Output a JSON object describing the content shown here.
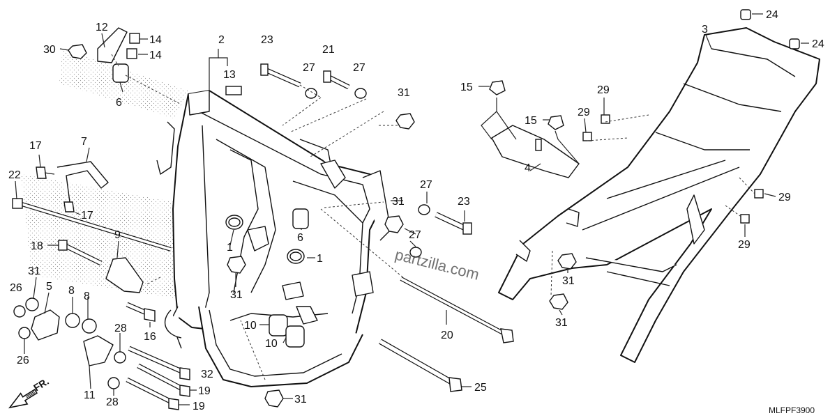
{
  "diagram": {
    "code": "MLFPF3900",
    "watermark": "partzilla.com",
    "direction_label": "FR."
  },
  "callouts": [
    {
      "id": "c2",
      "text": "2"
    },
    {
      "id": "c12",
      "text": "12"
    },
    {
      "id": "c14a",
      "text": "14"
    },
    {
      "id": "c14b",
      "text": "14"
    },
    {
      "id": "c30",
      "text": "30"
    },
    {
      "id": "c6a",
      "text": "6"
    },
    {
      "id": "c13",
      "text": "13"
    },
    {
      "id": "c23a",
      "text": "23"
    },
    {
      "id": "c27a",
      "text": "27"
    },
    {
      "id": "c21",
      "text": "21"
    },
    {
      "id": "c27b",
      "text": "27"
    },
    {
      "id": "c31a",
      "text": "31"
    },
    {
      "id": "c17a",
      "text": "17"
    },
    {
      "id": "c7",
      "text": "7"
    },
    {
      "id": "c22",
      "text": "22"
    },
    {
      "id": "c17b",
      "text": "17"
    },
    {
      "id": "c18",
      "text": "18"
    },
    {
      "id": "c9",
      "text": "9"
    },
    {
      "id": "c31b",
      "text": "31"
    },
    {
      "id": "c26a",
      "text": "26"
    },
    {
      "id": "c5",
      "text": "5"
    },
    {
      "id": "c8a",
      "text": "8"
    },
    {
      "id": "c8b",
      "text": "8"
    },
    {
      "id": "c16",
      "text": "16"
    },
    {
      "id": "c26b",
      "text": "26"
    },
    {
      "id": "c28a",
      "text": "28"
    },
    {
      "id": "c11",
      "text": "11"
    },
    {
      "id": "c28b",
      "text": "28"
    },
    {
      "id": "c32",
      "text": "32"
    },
    {
      "id": "c19a",
      "text": "19"
    },
    {
      "id": "c19b",
      "text": "19"
    },
    {
      "id": "c1a",
      "text": "1"
    },
    {
      "id": "c1b",
      "text": "1"
    },
    {
      "id": "c31c",
      "text": "31"
    },
    {
      "id": "c10a",
      "text": "10"
    },
    {
      "id": "c10b",
      "text": "10"
    },
    {
      "id": "c6b",
      "text": "6"
    },
    {
      "id": "c31d",
      "text": "31"
    },
    {
      "id": "c27c",
      "text": "27"
    },
    {
      "id": "c23b",
      "text": "23"
    },
    {
      "id": "c27d",
      "text": "27"
    },
    {
      "id": "c20",
      "text": "20"
    },
    {
      "id": "c25",
      "text": "25"
    },
    {
      "id": "c31e",
      "text": "31"
    },
    {
      "id": "c15a",
      "text": "15"
    },
    {
      "id": "c15b",
      "text": "15"
    },
    {
      "id": "c4",
      "text": "4"
    },
    {
      "id": "c3",
      "text": "3"
    },
    {
      "id": "c24a",
      "text": "24"
    },
    {
      "id": "c24b",
      "text": "24"
    },
    {
      "id": "c29a",
      "text": "29"
    },
    {
      "id": "c29b",
      "text": "29"
    },
    {
      "id": "c29c",
      "text": "29"
    },
    {
      "id": "c29d",
      "text": "29"
    },
    {
      "id": "c31f",
      "text": "31"
    },
    {
      "id": "c31g",
      "text": "31"
    }
  ]
}
